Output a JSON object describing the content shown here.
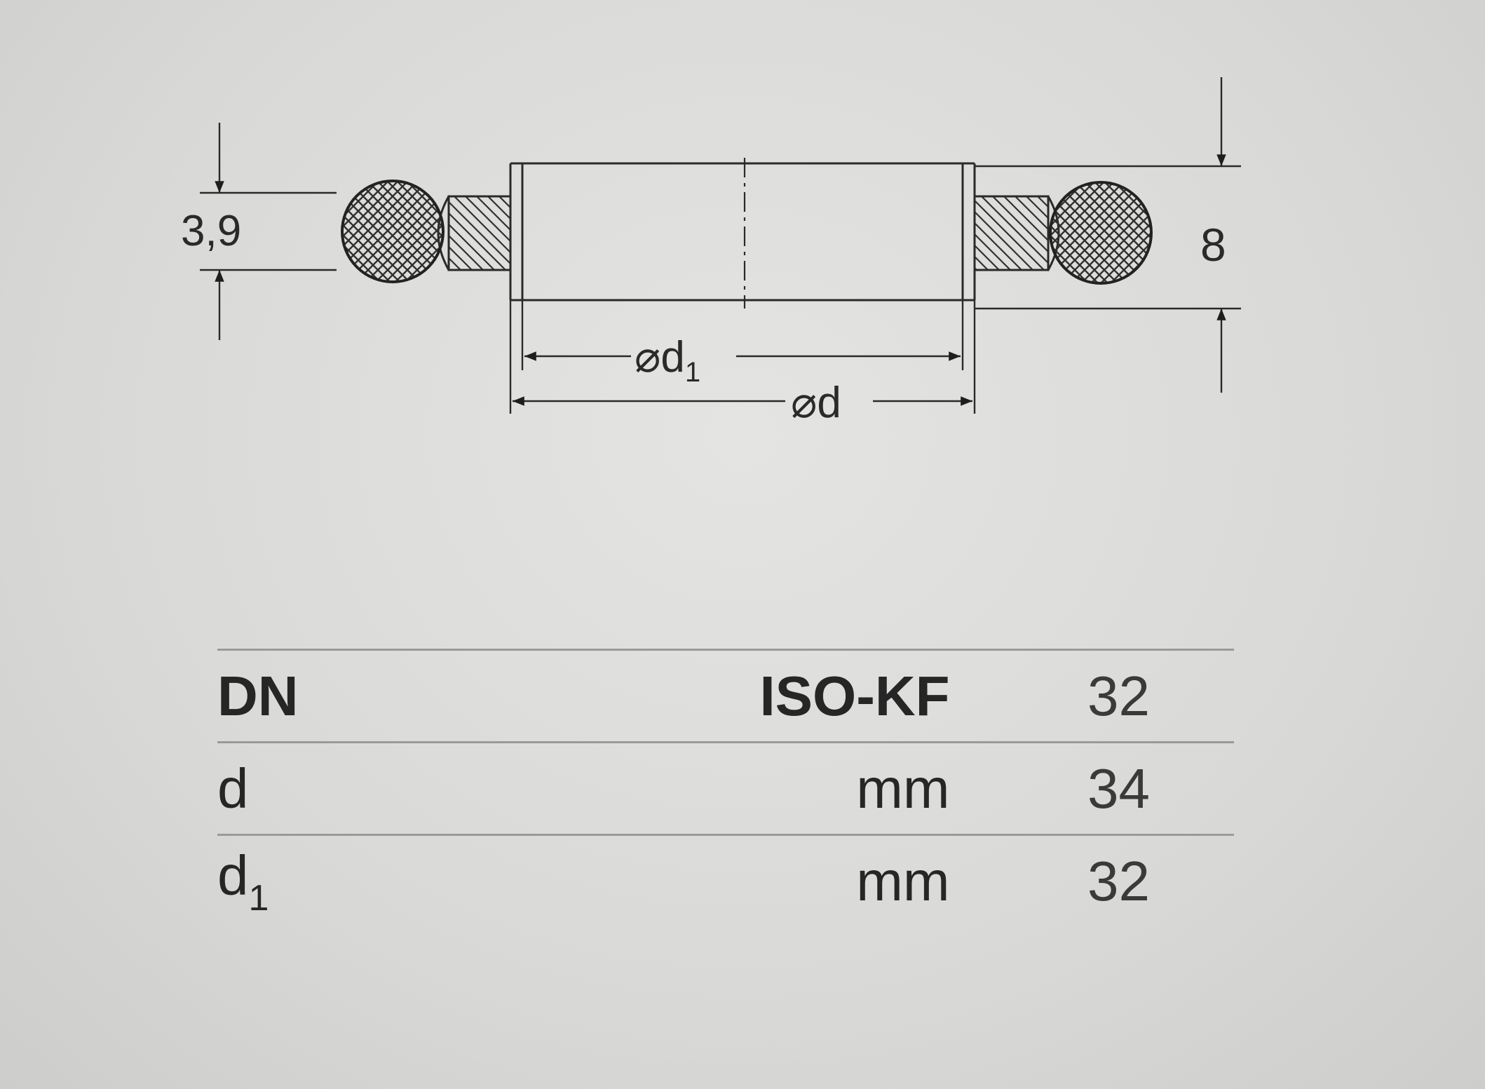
{
  "diagram": {
    "dim_oring_thickness": "3,9",
    "dim_height": "8",
    "dim_inner_diameter": {
      "symbol": "⌀d",
      "sub": "1"
    },
    "dim_outer_diameter": "⌀d"
  },
  "table": {
    "rows": [
      {
        "label": "DN",
        "label_sub": "",
        "unit": "ISO-KF",
        "value": "32"
      },
      {
        "label": "d",
        "label_sub": "",
        "unit": "mm",
        "value": "34"
      },
      {
        "label": "d",
        "label_sub": "1",
        "unit": "mm",
        "value": "32"
      }
    ]
  }
}
